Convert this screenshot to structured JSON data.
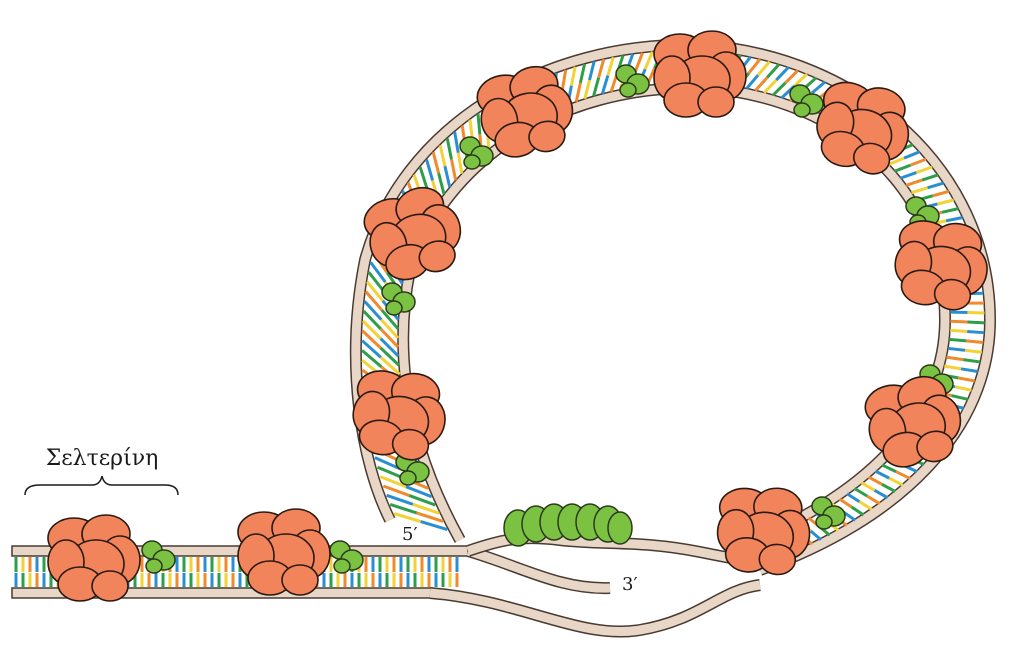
{
  "labels": {
    "complex_name": "Σελτερίνη",
    "five_prime": "5′",
    "three_prime": "3′"
  },
  "colors": {
    "backbone_fill": "#e8d6c6",
    "backbone_stroke": "#4a3a32",
    "shelterin_orange": "#f2845c",
    "shelterin_green": "#7cc242",
    "base_green": "#2e9e48",
    "base_blue": "#2a8fd0",
    "base_orange": "#f08a2c",
    "base_yellow": "#f2d234"
  },
  "icons": [
    "shelterin-complex-icon",
    "pot1-protein-icon"
  ]
}
